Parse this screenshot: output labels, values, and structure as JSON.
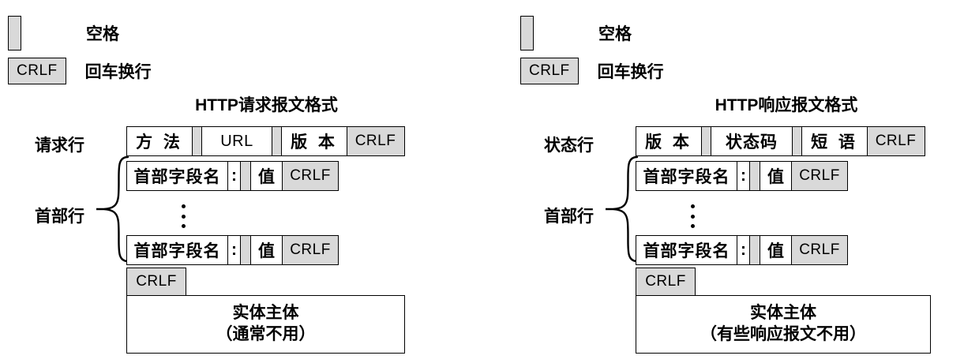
{
  "legend": {
    "space": {
      "swatch": "space-swatch",
      "label": "空格"
    },
    "crlf": {
      "token": "CRLF",
      "label": "回车换行"
    }
  },
  "colors": {
    "fill_gray": "#d9d9d9",
    "stroke": "#000000",
    "background": "#ffffff"
  },
  "panels": [
    {
      "id": "request",
      "title": "HTTP请求报文格式",
      "start_line_label": "请求行",
      "header_lines_label": "首部行",
      "start_line_cells": [
        {
          "text": "方 法",
          "type": "cn"
        },
        {
          "text": "",
          "type": "sp"
        },
        {
          "text": "URL",
          "type": "en"
        },
        {
          "text": "",
          "type": "sp"
        },
        {
          "text": "版 本",
          "type": "cn"
        },
        {
          "text": "CRLF",
          "type": "crlf"
        }
      ],
      "header_line_cells": [
        {
          "text": "首部字段名",
          "type": "cn"
        },
        {
          "text": ":",
          "type": "colon"
        },
        {
          "text": "",
          "type": "sp"
        },
        {
          "text": "值",
          "type": "cn"
        },
        {
          "text": "CRLF",
          "type": "crlf"
        }
      ],
      "blank_line": "CRLF",
      "entity_body": {
        "line1": "实体主体",
        "line2": "（通常不用）"
      }
    },
    {
      "id": "response",
      "title": "HTTP响应报文格式",
      "start_line_label": "状态行",
      "header_lines_label": "首部行",
      "start_line_cells": [
        {
          "text": "版 本",
          "type": "cn"
        },
        {
          "text": "",
          "type": "sp"
        },
        {
          "text": "状态码",
          "type": "cn"
        },
        {
          "text": "",
          "type": "sp"
        },
        {
          "text": "短 语",
          "type": "cn"
        },
        {
          "text": "CRLF",
          "type": "crlf"
        }
      ],
      "header_line_cells": [
        {
          "text": "首部字段名",
          "type": "cn"
        },
        {
          "text": ":",
          "type": "colon"
        },
        {
          "text": "",
          "type": "sp"
        },
        {
          "text": "值",
          "type": "cn"
        },
        {
          "text": "CRLF",
          "type": "crlf"
        }
      ],
      "blank_line": "CRLF",
      "entity_body": {
        "line1": "实体主体",
        "line2": "（有些响应报文不用）"
      }
    }
  ]
}
